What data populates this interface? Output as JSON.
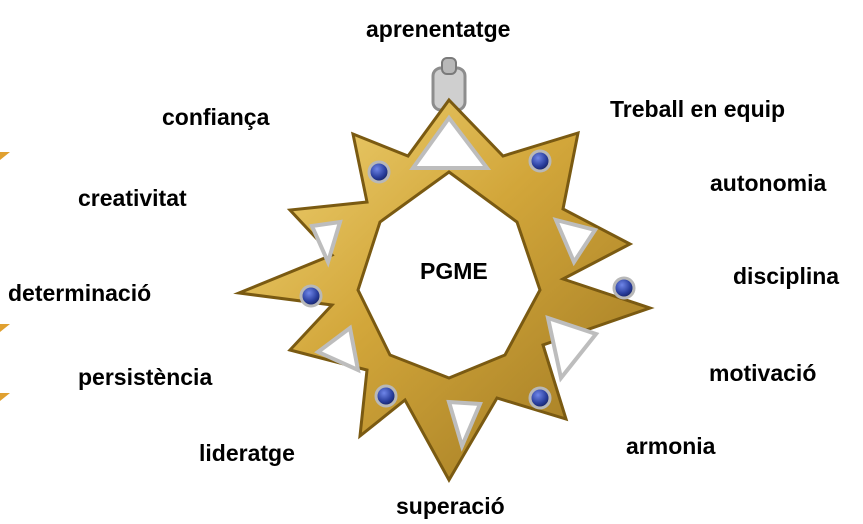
{
  "diagram": {
    "center_label": "PGME",
    "values": [
      "aprenentatge",
      "Treball en equip",
      "autonomia",
      "disciplina",
      "motivació",
      "armonia",
      "superació",
      "lideratge",
      "persistència",
      "determinació",
      "creativitat",
      "confiança"
    ]
  },
  "colors": {
    "gold_light": "#e8c65a",
    "gold_mid": "#c89b2c",
    "gold_dark": "#8a6a1a",
    "gem_blue": "#2a3f9e",
    "silver": "#bfbfbf",
    "text": "#000000",
    "edge_accent": "#e0a030"
  }
}
